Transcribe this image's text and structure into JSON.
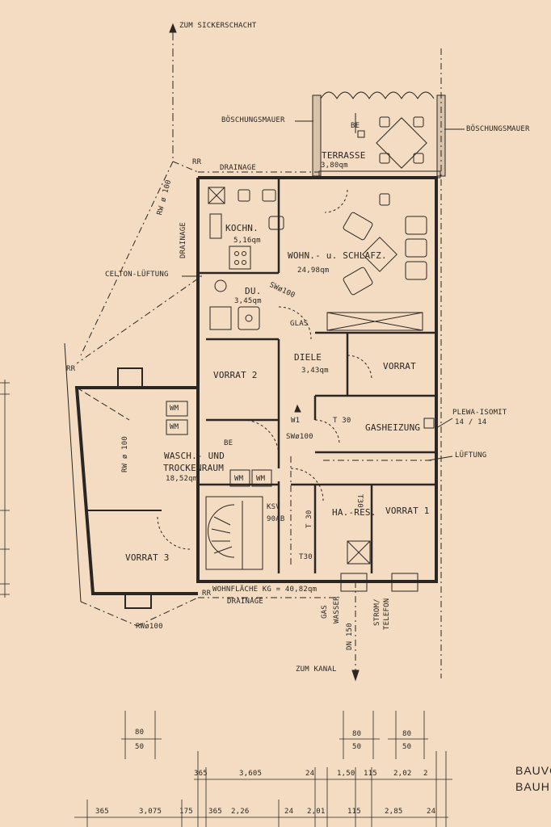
{
  "labels": {
    "zum_sickerschacht": "ZUM SICKERSCHACHT",
    "boeschungsmauer_left": "BÖSCHUNGSMAUER",
    "boeschungsmauer_right": "BÖSCHUNGSMAUER",
    "be_top": "BE",
    "terrasse": "TERRASSE",
    "terrasse_area": "3,80qm",
    "drainage_top": "DRAINAGE",
    "rr_top": "RR",
    "rw100_left": "RW ø 100",
    "drainage_left": "DRAINAGE",
    "kochn": "KOCHN.",
    "kochn_area": "5,16qm",
    "wohn": "WOHN.- u. SCHLAFZ.",
    "wohn_area": "24,98qm",
    "celton": "CELTON-LÜFTUNG",
    "du": "DU.",
    "du_area": "3,45qm",
    "sw100_top": "SWø100",
    "glas": "GLAS",
    "rr_left": "RR",
    "diele": "DIELE",
    "diele_area": "3,43qm",
    "vorrat_right": "VORRAT",
    "vorrat2": "VORRAT 2",
    "wm1": "WM",
    "wm2": "WM",
    "plewa": "PLEWA-ISOMIT",
    "plewa_dim": "14 / 14",
    "w1": "W1",
    "t30_top": "T 30",
    "gasheizung": "GASHEIZUNG",
    "sw100_mid": "SWø100",
    "rw100_wasch": "RW ø 100",
    "be_mid": "BE",
    "wasch1": "WASCH.- UND",
    "wasch2": "TROCKENRAUM",
    "wasch_area": "18,52qm",
    "lueftung": "LÜFTUNG",
    "wm3": "WM",
    "wm4": "WM",
    "ksv": "KSV",
    "ksv_sub": "90AB",
    "t30_vert": "T 30",
    "hares": "HA.-RES.",
    "t30_vert2": "T30",
    "vorrat1": "VORRAT 1",
    "vorrat3": "VORRAT 3",
    "t30_bottom": "T30",
    "rr_bottom": "RR",
    "wohnflaeche": "WOHNFLÄCHE KG = 40,82qm",
    "drainage_bottom": "DRAINAGE",
    "gas": "GAS",
    "wasser": "WASSER",
    "strom": "STROM/",
    "telefon": "TELEFON",
    "rw100_bottom": "RWø100",
    "dn150": "DN 150",
    "zum_kanal": "ZUM KANAL",
    "bauv1": "BAUVO",
    "bauv2": "BAUHE"
  },
  "dimensions": {
    "d80a": "80",
    "d50a": "50",
    "d80b": "80",
    "d50b": "50",
    "d80c": "80",
    "d50c": "50",
    "row1": {
      "a": "365",
      "b": "3,605",
      "c": "24",
      "d": "1,50",
      "e": "115",
      "f": "2,02",
      "g": "2"
    },
    "row2": {
      "a": "365",
      "b": "3,075",
      "c": "175",
      "d": "365",
      "e": "2,26",
      "f": "24",
      "g": "2,01",
      "h": "115",
      "i": "2,85",
      "j": "24"
    }
  }
}
